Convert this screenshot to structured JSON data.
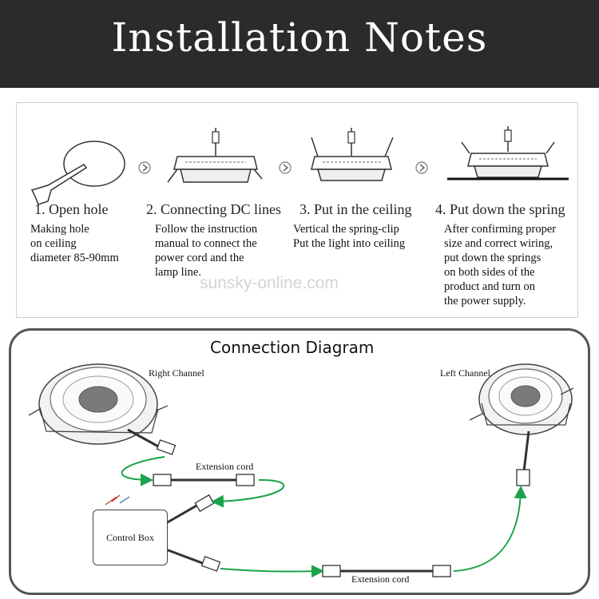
{
  "header": {
    "title": "Installation Notes"
  },
  "steps": [
    {
      "title": "1. Open hole",
      "desc": "Making hole\non ceiling\ndiameter 85-90mm"
    },
    {
      "title": "2. Connecting DC lines",
      "desc": "Follow the instruction\nmanual to connect the\npower cord and the\nlamp line."
    },
    {
      "title": "3. Put in the ceiling",
      "desc": "Vertical the spring-clip\nPut the light into ceiling"
    },
    {
      "title": "4. Put down the spring",
      "desc": "After confirming proper\nsize and correct wiring,\nput down the springs\non both sides of the\nproduct and turn on\nthe power supply."
    }
  ],
  "watermark": "sunsky-online.com",
  "diagram": {
    "title": "Connection Diagram",
    "right_channel": "Right Channel",
    "left_channel": "Left Channel",
    "extension_cord_top": "Extension cord",
    "extension_cord_bottom": "Extension cord",
    "control_box": "Control Box"
  },
  "colors": {
    "header_bg": "#2b2b2b",
    "arrow_green": "#1aa34a",
    "frame_border": "#555555"
  }
}
